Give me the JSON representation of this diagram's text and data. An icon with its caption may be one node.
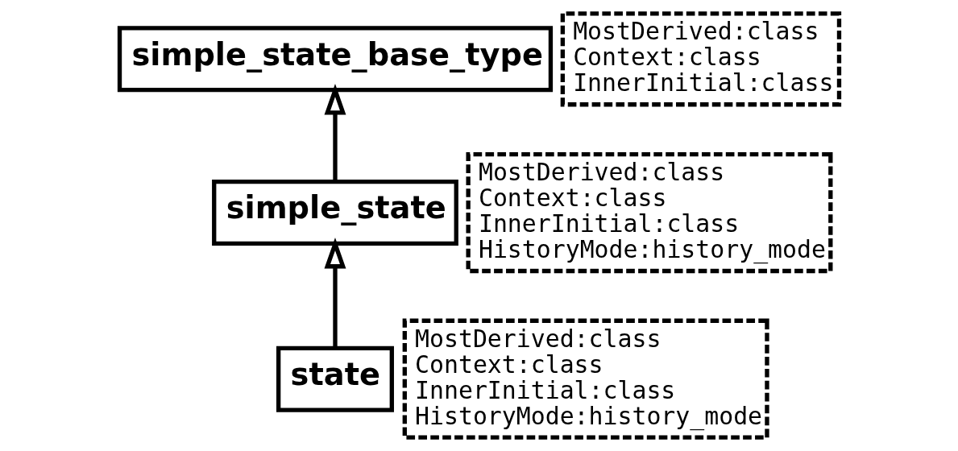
{
  "diagram": {
    "nodes": [
      {
        "text": [
          "MostDerived:class",
          "Context:class",
          "InnerInitial:class"
        ]
      },
      {
        "text": [
          "simple_state_base_type"
        ]
      },
      {
        "text": [
          "MostDerived:class",
          "Context:class",
          "InnerInitial:class",
          "HistoryMode:history_mode"
        ]
      },
      {
        "text": [
          "simple_state"
        ]
      },
      {
        "text": [
          "MostDerived:class",
          "Context:class",
          "InnerInitial:class",
          "HistoryMode:history_mode"
        ]
      },
      {
        "text": [
          "state"
        ]
      }
    ],
    "edges": [
      {
        "from": 3,
        "to": 1,
        "arrow": "to"
      },
      {
        "from": 5,
        "to": 3,
        "arrow": "to"
      }
    ]
  }
}
